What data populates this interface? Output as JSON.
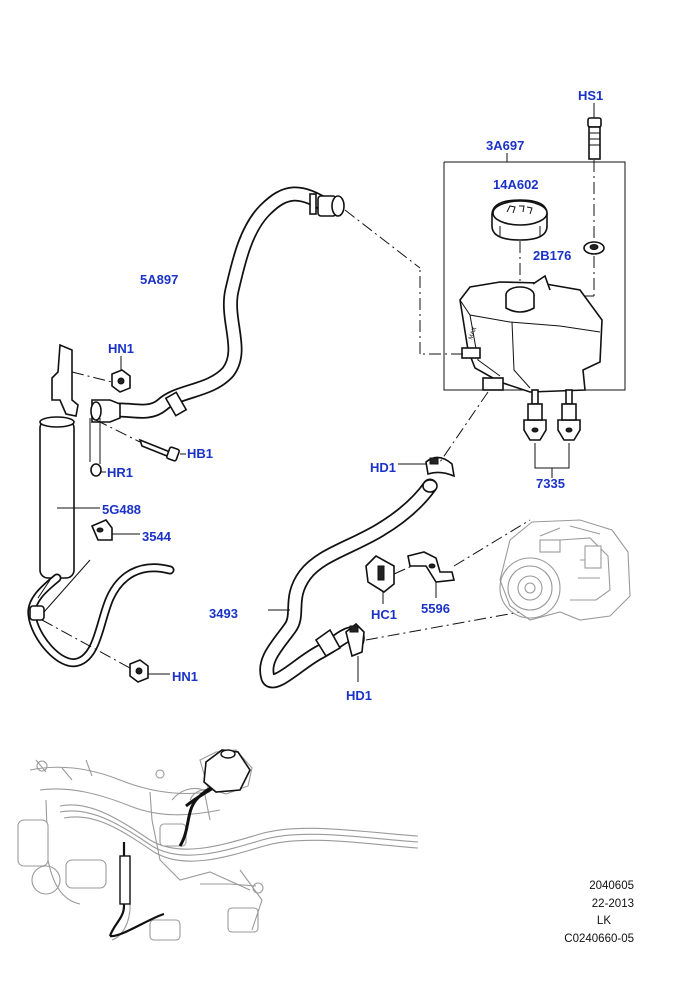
{
  "callouts": {
    "hs1": "HS1",
    "a3697": "3A697",
    "a14602": "14A602",
    "b2176": "2B176",
    "a5897": "5A897",
    "hn1_top": "HN1",
    "hb1": "HB1",
    "hr1": "HR1",
    "g5488": "5G488",
    "n3544": "3544",
    "hd1_top": "HD1",
    "n7335": "7335",
    "n3493": "3493",
    "hc1": "HC1",
    "n5596": "5596",
    "hn1_bottom": "HN1",
    "hd1_bottom": "HD1"
  },
  "footer": {
    "line1": "2040605",
    "line2": "22-2013",
    "line3": "LK",
    "line4": "C0240660-05"
  },
  "colors": {
    "callout": "#1a32c8",
    "line": "#111111",
    "locator": "#9a9a9a"
  }
}
